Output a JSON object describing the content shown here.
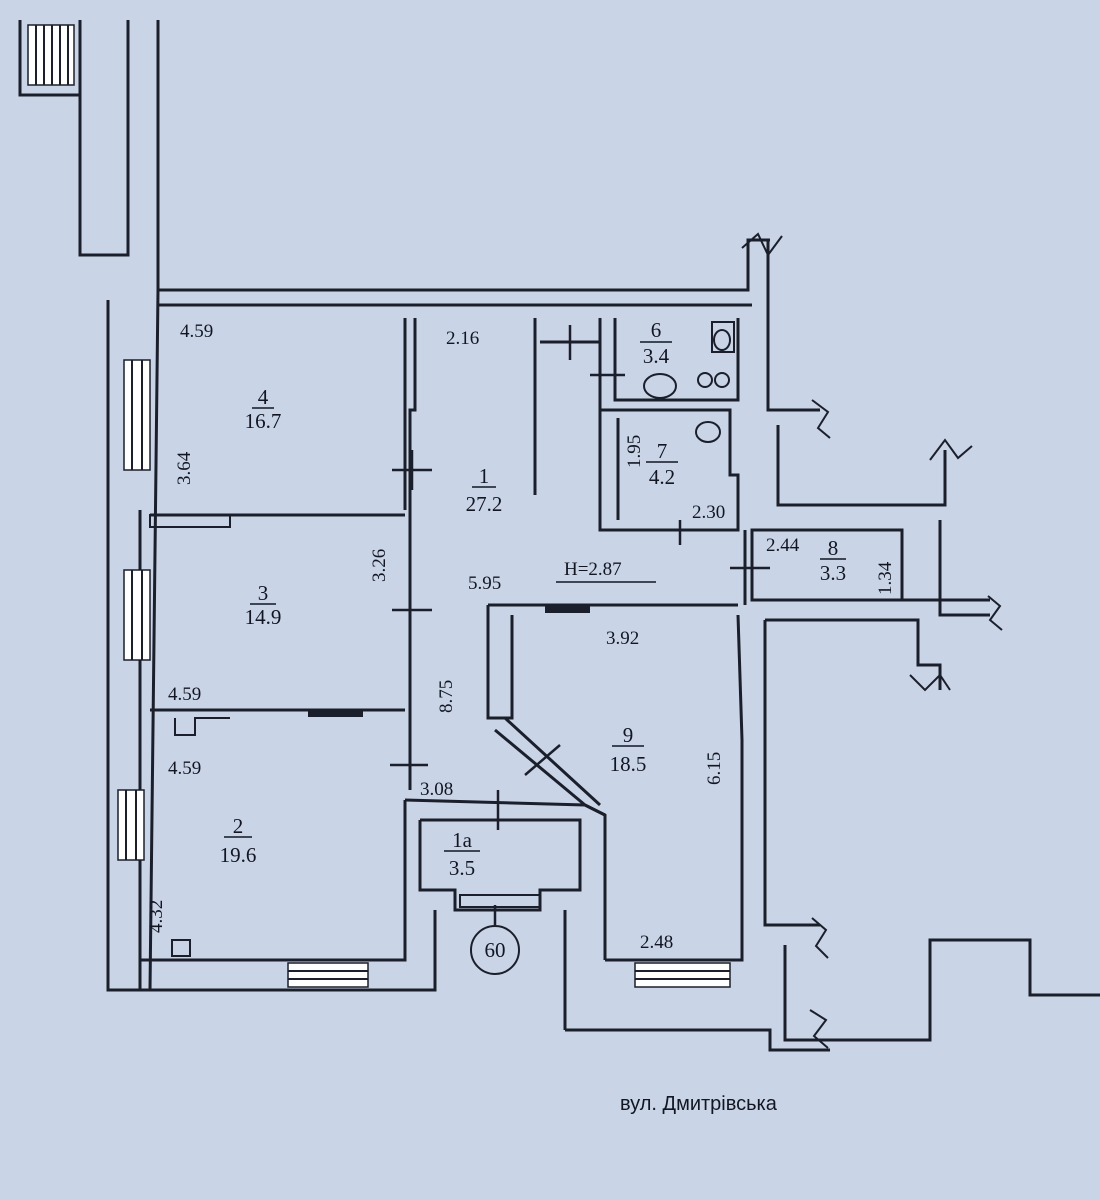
{
  "rooms": [
    {
      "id": "r4",
      "number": "4",
      "area": "16.7"
    },
    {
      "id": "r1",
      "number": "1",
      "area": "27.2"
    },
    {
      "id": "r6",
      "number": "6",
      "area": "3.4"
    },
    {
      "id": "r7",
      "number": "7",
      "area": "4.2"
    },
    {
      "id": "r8",
      "number": "8",
      "area": "3.3"
    },
    {
      "id": "r3",
      "number": "3",
      "area": "14.9"
    },
    {
      "id": "r9",
      "number": "9",
      "area": "18.5"
    },
    {
      "id": "r2",
      "number": "2",
      "area": "19.6"
    },
    {
      "id": "r1a",
      "number": "1а",
      "area": "3.5"
    }
  ],
  "dimensions": {
    "d4_width": "4.59",
    "d4_depth": "3.64",
    "d1_top": "2.16",
    "d7_side": "1.95",
    "d7_bottom": "2.30",
    "d8_top": "2.44",
    "d8_side": "1.34",
    "d3_depth": "3.26",
    "d1_width": "5.95",
    "d9_top": "3.92",
    "d3_bottom": "4.59",
    "d1_length": "8.75",
    "d2_top": "4.59",
    "d9_side": "6.15",
    "d1a_top": "3.08",
    "d2_side": "4.32",
    "d9_bottom": "2.48"
  },
  "ceiling_height": "H=2.87",
  "building_number": "60",
  "street": "вул. Дмитрівська"
}
